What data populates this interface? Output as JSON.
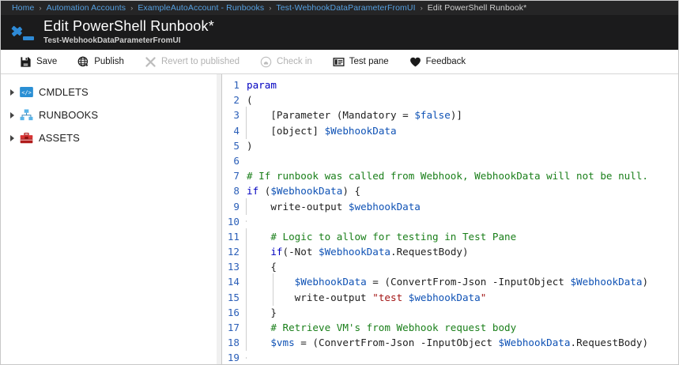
{
  "breadcrumb": {
    "separator": "›",
    "items": [
      {
        "label": "Home",
        "current": false
      },
      {
        "label": "Automation Accounts",
        "current": false
      },
      {
        "label": "ExampleAutoAccount - Runbooks",
        "current": false
      },
      {
        "label": "Test-WebhookDataParameterFromUI",
        "current": false
      },
      {
        "label": "Edit PowerShell Runbook*",
        "current": true
      }
    ]
  },
  "header": {
    "icon": "powershell-prompt-icon",
    "title": "Edit PowerShell Runbook*",
    "subtitle": "Test-WebhookDataParameterFromUI",
    "background": "#1b1b1c",
    "accent": "#2e8ad6"
  },
  "toolbar": {
    "buttons": [
      {
        "label": "Save",
        "icon": "save-icon",
        "disabled": false
      },
      {
        "label": "Publish",
        "icon": "publish-globe-icon",
        "disabled": false
      },
      {
        "label": "Revert to published",
        "icon": "revert-x-icon",
        "disabled": true
      },
      {
        "label": "Check in",
        "icon": "check-in-icon",
        "disabled": true
      },
      {
        "label": "Test pane",
        "icon": "test-pane-icon",
        "disabled": false
      },
      {
        "label": "Feedback",
        "icon": "feedback-heart-icon",
        "disabled": false
      }
    ]
  },
  "sidebar": {
    "items": [
      {
        "label": "CMDLETS",
        "icon": "cmdlets-code-icon",
        "expanded": false
      },
      {
        "label": "RUNBOOKS",
        "icon": "runbooks-tree-icon",
        "expanded": false
      },
      {
        "label": "ASSETS",
        "icon": "assets-toolbox-icon",
        "expanded": false
      }
    ]
  },
  "editor": {
    "language": "PowerShell",
    "colors": {
      "keyword": "#0000c0",
      "variable": "#0f52b5",
      "comment": "#1a7f1a",
      "string": "#a31515",
      "linenumber": "#2b5fb8",
      "text": "#1f1f1f"
    },
    "lines": [
      {
        "n": "1",
        "guides": [],
        "tokens": [
          {
            "t": "param",
            "c": "kw"
          }
        ]
      },
      {
        "n": "2",
        "guides": [],
        "tokens": [
          {
            "t": "(",
            "c": "pln"
          }
        ]
      },
      {
        "n": "3",
        "guides": [
          "g1"
        ],
        "tokens": [
          {
            "t": "    [Parameter (Mandatory = ",
            "c": "pln"
          },
          {
            "t": "$false",
            "c": "var"
          },
          {
            "t": ")]",
            "c": "pln"
          }
        ]
      },
      {
        "n": "4",
        "guides": [
          "g1"
        ],
        "tokens": [
          {
            "t": "    [object] ",
            "c": "pln"
          },
          {
            "t": "$WebhookData",
            "c": "var"
          }
        ]
      },
      {
        "n": "5",
        "guides": [],
        "tokens": [
          {
            "t": ")",
            "c": "pln"
          }
        ]
      },
      {
        "n": "6",
        "guides": [],
        "tokens": [
          {
            "t": "",
            "c": "pln"
          }
        ]
      },
      {
        "n": "7",
        "guides": [],
        "tokens": [
          {
            "t": "# If runbook was called from Webhook, WebhookData will not be null.",
            "c": "cmt"
          }
        ]
      },
      {
        "n": "8",
        "guides": [],
        "tokens": [
          {
            "t": "if",
            "c": "kw"
          },
          {
            "t": " (",
            "c": "pln"
          },
          {
            "t": "$WebhookData",
            "c": "var"
          },
          {
            "t": ") {",
            "c": "pln"
          }
        ]
      },
      {
        "n": "9",
        "guides": [
          "g1"
        ],
        "tokens": [
          {
            "t": "    write-output ",
            "c": "pln"
          },
          {
            "t": "$webhookData",
            "c": "var"
          }
        ]
      },
      {
        "n": "10",
        "guides": [
          "g1"
        ],
        "tokens": [
          {
            "t": "",
            "c": "pln"
          }
        ]
      },
      {
        "n": "11",
        "guides": [
          "g1"
        ],
        "tokens": [
          {
            "t": "    # Logic to allow for testing in Test Pane",
            "c": "cmt"
          }
        ]
      },
      {
        "n": "12",
        "guides": [
          "g1"
        ],
        "tokens": [
          {
            "t": "    ",
            "c": "pln"
          },
          {
            "t": "if",
            "c": "kw"
          },
          {
            "t": "(-Not ",
            "c": "pln"
          },
          {
            "t": "$WebhookData",
            "c": "var"
          },
          {
            "t": ".RequestBody)",
            "c": "pln"
          }
        ]
      },
      {
        "n": "13",
        "guides": [
          "g1"
        ],
        "tokens": [
          {
            "t": "    {",
            "c": "pln"
          }
        ]
      },
      {
        "n": "14",
        "guides": [
          "g1",
          "g2"
        ],
        "tokens": [
          {
            "t": "        ",
            "c": "pln"
          },
          {
            "t": "$WebhookData",
            "c": "var"
          },
          {
            "t": " = (ConvertFrom-Json -InputObject ",
            "c": "pln"
          },
          {
            "t": "$WebhookData",
            "c": "var"
          },
          {
            "t": ")",
            "c": "pln"
          }
        ]
      },
      {
        "n": "15",
        "guides": [
          "g1",
          "g2"
        ],
        "tokens": [
          {
            "t": "        write-output ",
            "c": "pln"
          },
          {
            "t": "\"test ",
            "c": "str"
          },
          {
            "t": "$webhookData",
            "c": "var"
          },
          {
            "t": "\"",
            "c": "str"
          }
        ]
      },
      {
        "n": "16",
        "guides": [
          "g1"
        ],
        "tokens": [
          {
            "t": "    }",
            "c": "pln"
          }
        ]
      },
      {
        "n": "17",
        "guides": [
          "g1"
        ],
        "tokens": [
          {
            "t": "    # Retrieve VM's from Webhook request body",
            "c": "cmt"
          }
        ]
      },
      {
        "n": "18",
        "guides": [
          "g1"
        ],
        "tokens": [
          {
            "t": "    ",
            "c": "pln"
          },
          {
            "t": "$vms",
            "c": "var"
          },
          {
            "t": " = (ConvertFrom-Json -InputObject ",
            "c": "pln"
          },
          {
            "t": "$WebhookData",
            "c": "var"
          },
          {
            "t": ".RequestBody)",
            "c": "pln"
          }
        ]
      },
      {
        "n": "19",
        "guides": [
          "g1"
        ],
        "tokens": [
          {
            "t": "",
            "c": "pln"
          }
        ]
      }
    ]
  }
}
